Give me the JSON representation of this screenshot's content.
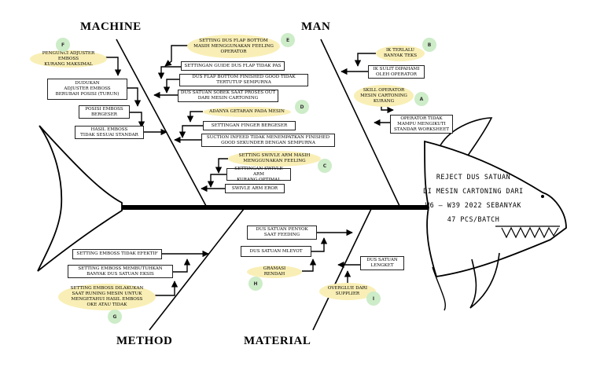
{
  "effect": "REJECT DUS SATUAN\nDI MESIN CARTONING DARI\nW6 – W39 2022 SEBANYAK\n47 PCS/BATCH",
  "categories": {
    "machine": "MACHINE",
    "man": "MAN",
    "method": "METHOD",
    "material": "MATERIAL"
  },
  "machine": {
    "f_oval": "PENGUNCI ADJUSTER EMBOSS\nKURANG MAKSIMAL",
    "f_badge": "F",
    "dudukan": "DUDUKAN\nADJUSTER EMBOSS\nBERUBAH POSISI (TURUN)",
    "posisi_emboss": "POSISI EMBOSS\nBERGESER",
    "hasil_emboss": "HASIL EMBOSS\nTIDAK SESUAI STANDAR",
    "e_oval": "SETTING DUS FLAP BOTTOM\nMASIH MENGGUNAKAN FEELING\nOPERATOR",
    "e_badge": "E",
    "guide": "SETTINGAN GUIDE DUS FLAP TIDAK PAS",
    "flap_bottom": "DUS FLAP BOTTOM FINISHED GOOD TIDAK\nTERTUTUP SEMPURNA",
    "sobek": "DUS SATUAN SOBEK SAAT PROSES OUT\nDARI MESIN CARTONING",
    "d_oval": "ADANYA GETARAN PADA MESIN",
    "d_badge": "D",
    "finger": "SETTINGAN FINGER BERGESER",
    "suction": "SUCTION INFEED TIDAK MENEMPATKAN FINISHED\nGOOD SEKUNDER DENGAN SEMPURNA",
    "c_oval": "SETTING SWIVLE ARM MASIH\nMENGGUNAKAN FEELING",
    "c_badge": "C",
    "swivle_setting": "SETTINGAN SWIVLE ARM\nKURANG OPTIMAL",
    "swivle_error": "SWIVLE ARM EROR"
  },
  "man": {
    "b_oval": "IK TERLALU\nBANYAK TEKS",
    "b_badge": "B",
    "ik_sulit": "IK SULIT DIPAHAMI\nOLEH OPERATOR",
    "a_oval": "SKILL OPERATOR\nMESIN CARTONING\nKURANG",
    "a_badge": "A",
    "operator": "OPERATOR TIDAK\nMAMPU MENGIKUTI\nSTANDAR WORKSHEET"
  },
  "method": {
    "tidak_efektif": "SETTING EMBOSS TIDAK EFEKTIF",
    "membutuhkan": "SETTING EMBOSS MEMBUTUHKAN\nBANYAK DUS SATUAN EKSIS",
    "g_oval": "SETTING EMBOSS DILAKUKAN\nSAAT RUNING MESIN UNTUK\nMENGETAHUI HASIL EMBOSS\nOKE ATAU TIDAK",
    "g_badge": "G"
  },
  "material": {
    "penyok": "DUS SATUAN PENYOK\nSAAT FEEDING",
    "mleyot": "DUS SATUAN MLEYOT",
    "h_oval": "GRAMASI RENDAH",
    "h_badge": "H",
    "lengket": "DUS SATUAN\nLENGKET",
    "i_oval": "OVERGLUE DARI\nSUPPLIER",
    "i_badge": "I"
  }
}
